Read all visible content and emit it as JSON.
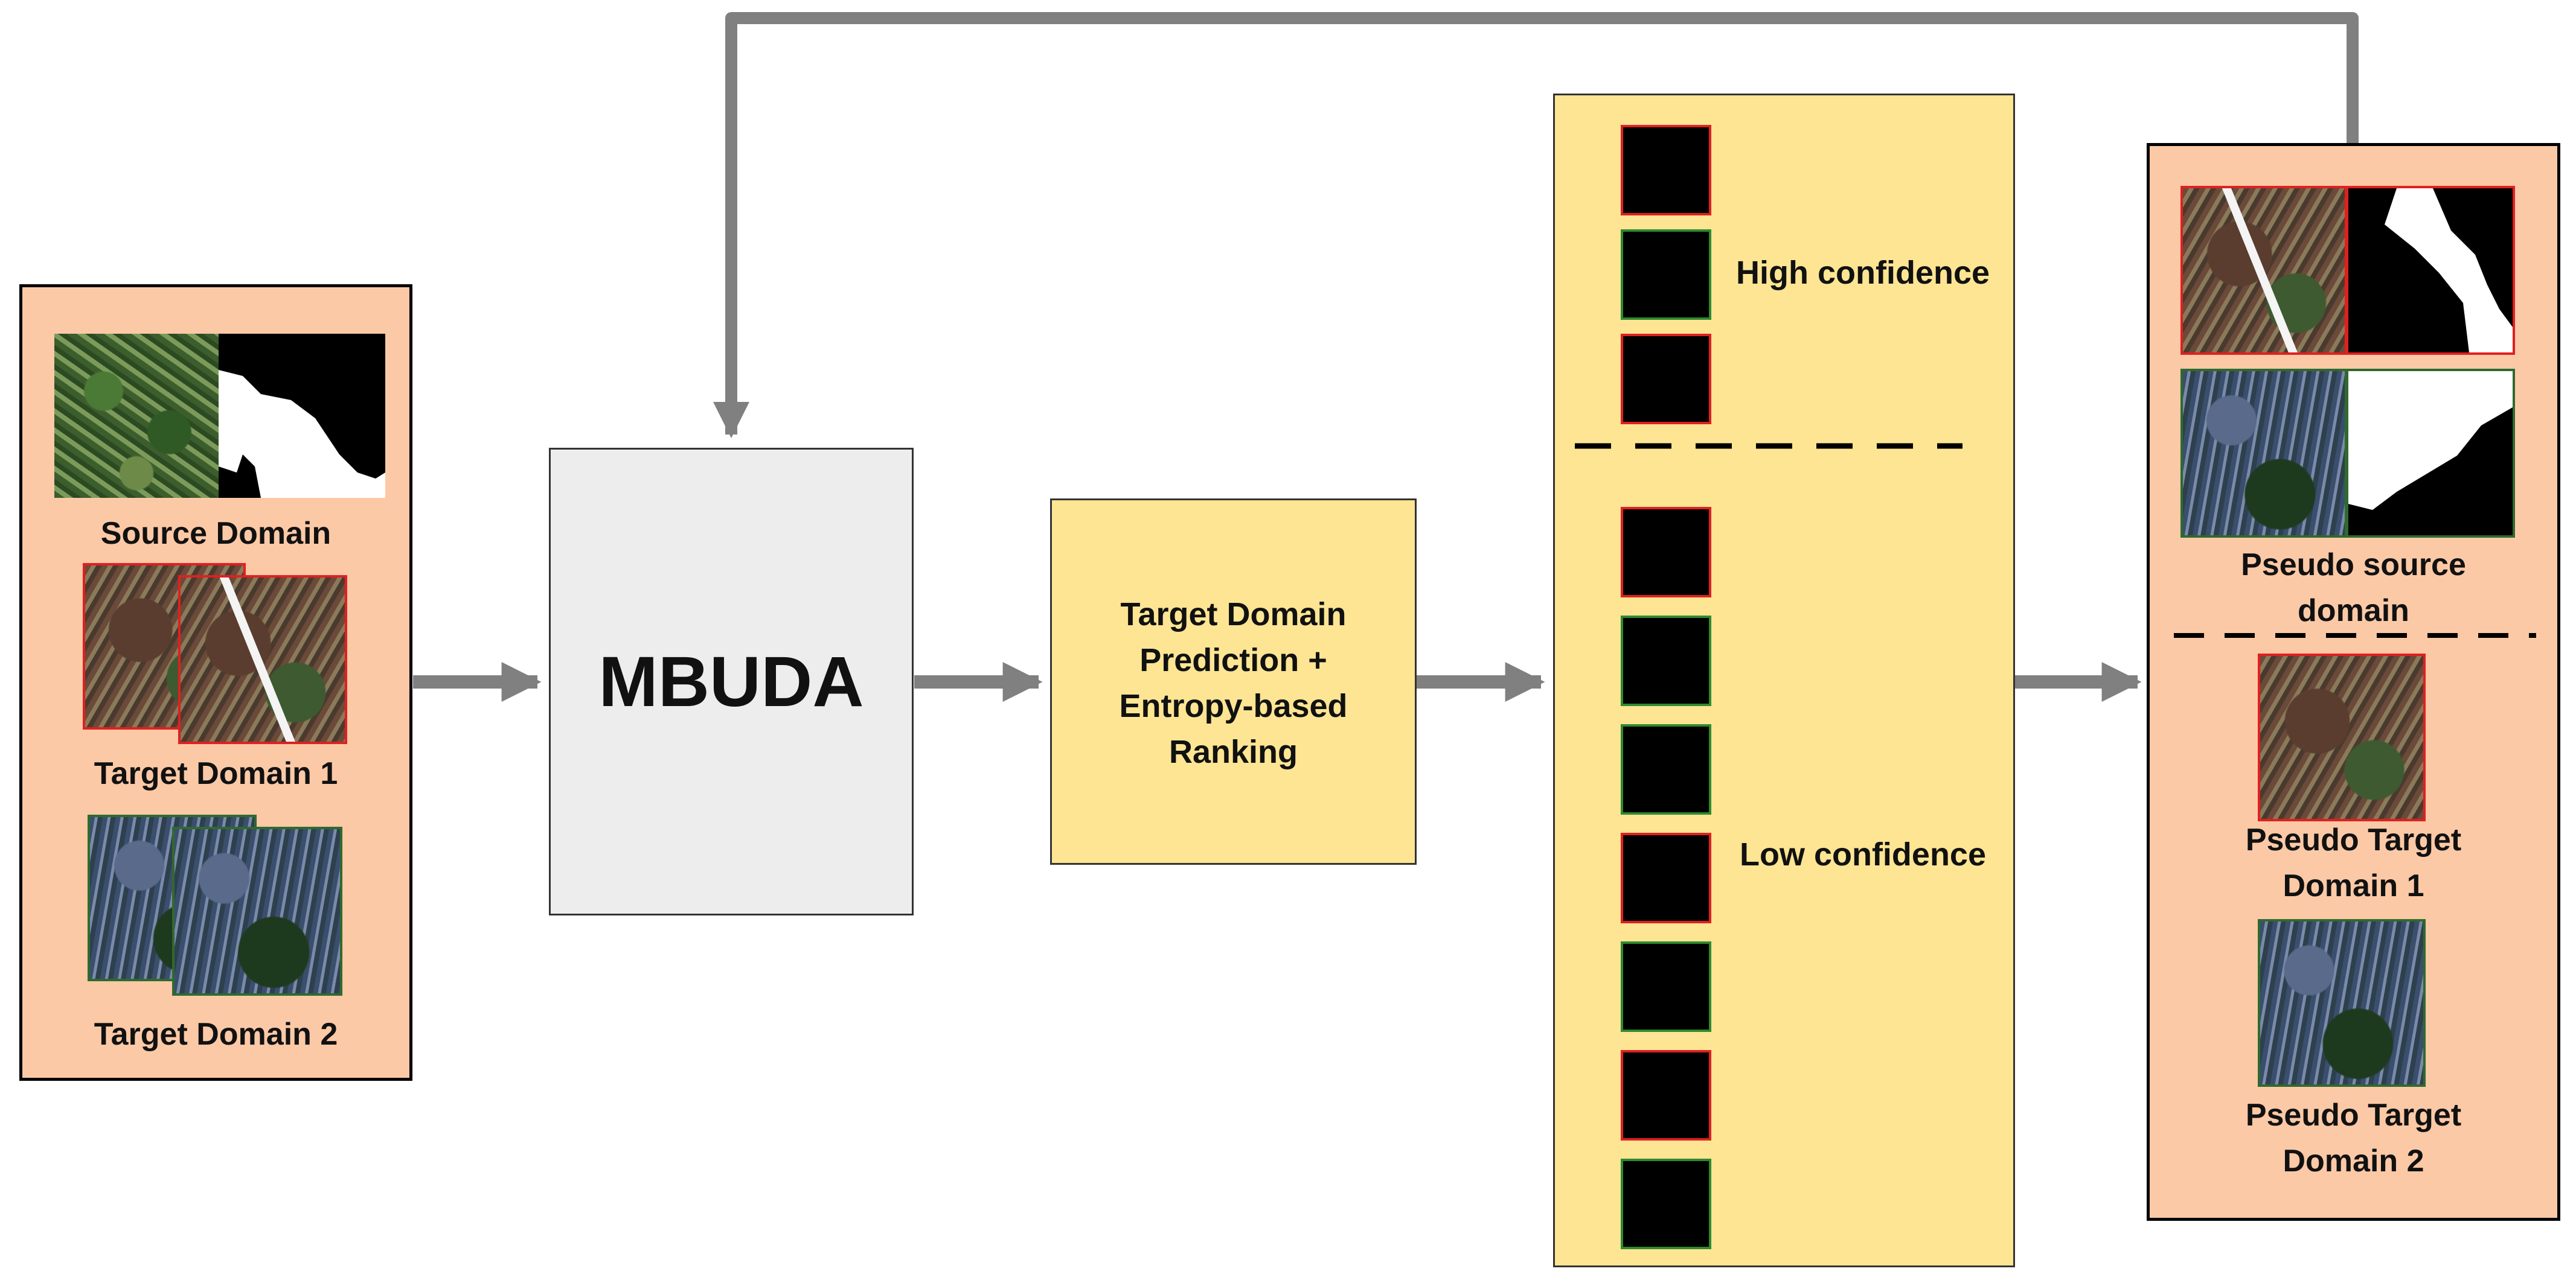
{
  "left_panel": {
    "source_label": "Source Domain",
    "target1_label": "Target Domain 1",
    "target2_label": "Target Domain 2"
  },
  "model": {
    "label": "MBUDA"
  },
  "prediction": {
    "label": "Target Domain\nPrediction +\nEntropy-based\nRanking"
  },
  "ranking": {
    "high_label": "High confidence",
    "low_label": "Low confidence",
    "high_tiles": [
      "red",
      "green",
      "red"
    ],
    "low_tiles": [
      "red",
      "green",
      "green",
      "red",
      "green",
      "red",
      "green"
    ]
  },
  "right_panel": {
    "pseudo_source_label": "Pseudo source\ndomain",
    "pseudo_target1_label": "Pseudo Target\nDomain 1",
    "pseudo_target2_label": "Pseudo Target\nDomain 2"
  },
  "colors": {
    "panel_fill": "#fcc9a6",
    "model_fill": "#ededed",
    "ranking_fill": "#fde593",
    "arrow": "#808080",
    "tile_border_high": "#e02020",
    "tile_border_low": "#2f8a2f"
  }
}
